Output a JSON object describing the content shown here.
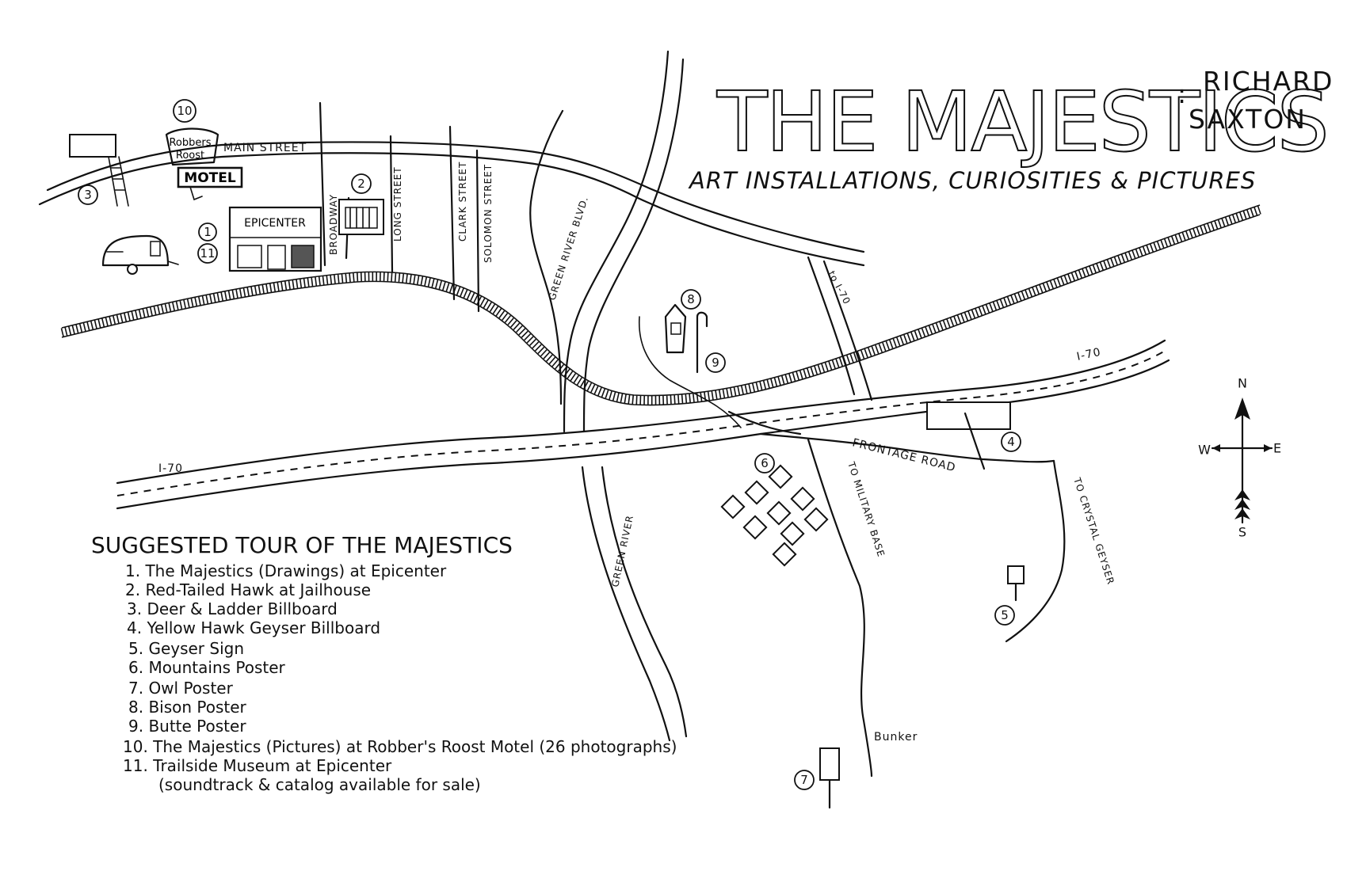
{
  "title": {
    "main": "THE MAJESTICS",
    "separator": ":",
    "author_first": "RICHARD",
    "author_last": "SAXTON",
    "subtitle": "ART INSTALLATIONS, CURIOSITIES & PICTURES"
  },
  "streets": {
    "main_street": "MAIN STREET",
    "broadway": "BROADWAY",
    "long_street": "LONG STREET",
    "clark_street": "CLARK STREET",
    "solomon_street": "SOLOMON STREET",
    "green_river_blvd": "GREEN RIVER BLVD.",
    "to_i70": "to I-70",
    "i70_left": "I-70",
    "i70_right": "I-70",
    "frontage_road": "FRONTAGE ROAD",
    "green_river": "GREEN RIVER",
    "to_military_base": "TO MILITARY BASE",
    "to_crystal_geyser": "TO CRYSTAL GEYSER",
    "bunker": "Bunker"
  },
  "buildings": {
    "motel_top": "Robbers",
    "motel_mid": "Roost",
    "motel_sign": "MOTEL",
    "epicenter": "EPICENTER"
  },
  "markers": [
    "1",
    "2",
    "3",
    "4",
    "5",
    "6",
    "7",
    "8",
    "9",
    "10",
    "11"
  ],
  "compass": {
    "n": "N",
    "s": "S",
    "e": "E",
    "w": "W"
  },
  "tour": {
    "heading": "SUGGESTED TOUR OF THE MAJESTICS",
    "items": [
      "1. The Majestics (Drawings) at Epicenter",
      "2. Red-Tailed Hawk at Jailhouse",
      "3. Deer & Ladder Billboard",
      "4. Yellow Hawk Geyser Billboard",
      "5. Geyser Sign",
      "6. Mountains Poster",
      "7. Owl Poster",
      "8. Bison Poster",
      "9. Butte Poster",
      "10. The Majestics (Pictures) at Robber's Roost Motel (26 photographs)",
      "11. Trailside Museum at Epicenter",
      "(soundtrack & catalog available for sale)"
    ]
  }
}
